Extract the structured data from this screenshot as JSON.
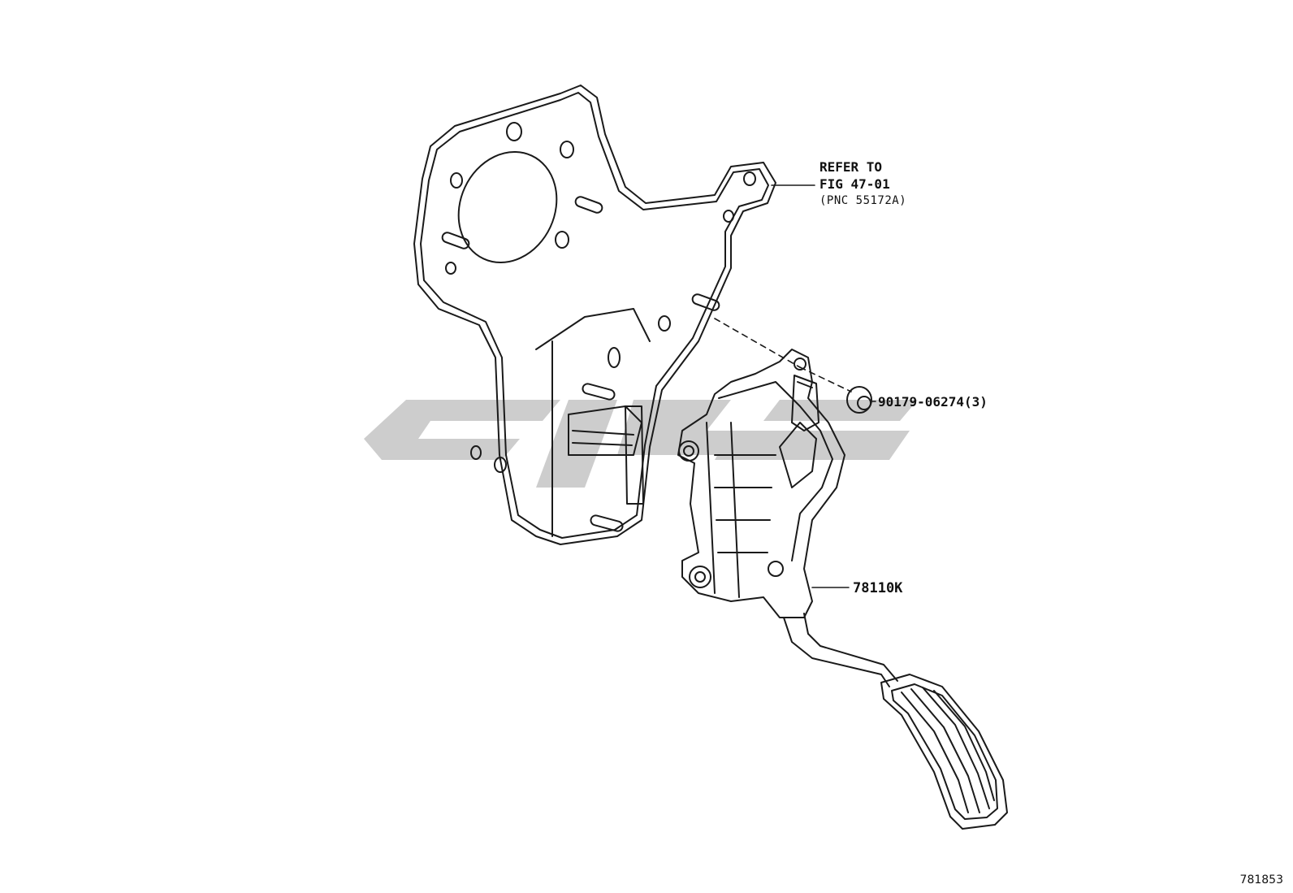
{
  "callouts": {
    "refer_line1": "REFER TO",
    "refer_line2": "FIG 47-01",
    "refer_line3": "(PNC 55172A)",
    "bolt_part": "90179-06274(3)",
    "pedal_part": "78110K"
  },
  "figure_number": "781853",
  "colors": {
    "line": "#1a1a1a",
    "watermark": "#c8c8c8",
    "background": "#ffffff"
  }
}
